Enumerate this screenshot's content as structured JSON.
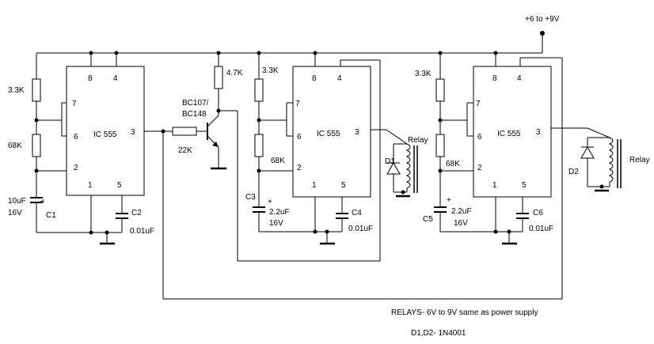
{
  "supply_label": "+6 to +9V",
  "ic": [
    {
      "name": "IC 555",
      "pins": {
        "p8": "8",
        "p4": "4",
        "p7": "7",
        "p6": "6",
        "p3": "3",
        "p2": "2",
        "p1": "1",
        "p5": "5"
      }
    },
    {
      "name": "IC 555",
      "pins": {
        "p8": "8",
        "p4": "4",
        "p7": "7",
        "p6": "6",
        "p3": "3",
        "p2": "2",
        "p1": "1",
        "p5": "5"
      }
    },
    {
      "name": "IC 555",
      "pins": {
        "p8": "8",
        "p4": "4",
        "p7": "7",
        "p6": "6",
        "p3": "3",
        "p2": "2",
        "p1": "1",
        "p5": "5"
      }
    }
  ],
  "stage1": {
    "r_top": "3.3K",
    "r_bottom": "68K",
    "c1_value": "10uF",
    "c1_voltage": "16V",
    "c1_name": "C1",
    "plus": "+",
    "c2_name": "C2",
    "c2_value": "0.01uF"
  },
  "transistor": {
    "r_collector": "4.7K",
    "model_line1": "BC107/",
    "model_line2": "BC148",
    "r_base": "22K"
  },
  "stage2": {
    "r_top": "3.3K",
    "r_bottom": "68K",
    "c3_name": "C3",
    "c3_value": "2.2uF",
    "c3_voltage": "16V",
    "plus": "+",
    "c4_name": "C4",
    "c4_value": "0.01uF",
    "relay": "Relay",
    "diode": "D1"
  },
  "stage3": {
    "r_top": "3.3K",
    "r_bottom": "68K",
    "c5_name": "C5",
    "c5_value": "2.2uF",
    "c5_voltage": "16V",
    "plus": "+",
    "c6_name": "C6",
    "c6_value": "0.01uF",
    "relay": "Relay",
    "diode": "D2"
  },
  "notes": {
    "relays": "RELAYS- 6V to 9V same as power supply",
    "diodes": "D1,D2- 1N4001"
  }
}
